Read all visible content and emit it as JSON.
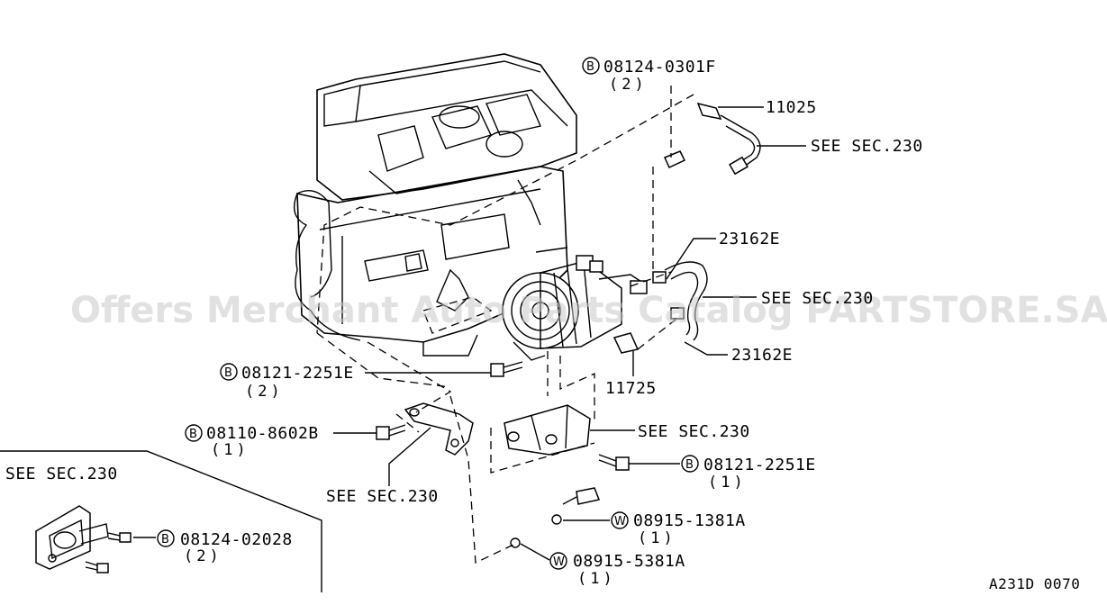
{
  "watermark": "Offers Merchant Auto Parts Catalog PARTSTORE.SA",
  "diagram_code": "A231D 0070",
  "inset": {
    "see_label": "SEE SEC.230",
    "callout": {
      "prefix": "B",
      "part": "08124-02028",
      "qty": "(2)"
    }
  },
  "callouts": {
    "c1": {
      "prefix": "B",
      "part": "08124-0301F",
      "qty": "(2)"
    },
    "c2": {
      "part": "11025"
    },
    "c3": {
      "see": "SEE SEC.230"
    },
    "c4": {
      "part": "23162E"
    },
    "c5": {
      "see": "SEE SEC.230"
    },
    "c6": {
      "part": "23162E"
    },
    "c7": {
      "part": "11725"
    },
    "c8": {
      "prefix": "B",
      "part": "08121-2251E",
      "qty": "(2)"
    },
    "c9": {
      "prefix": "B",
      "part": "08110-8602B",
      "qty": "(1)"
    },
    "c10": {
      "see": "SEE SEC.230"
    },
    "c11": {
      "see": "SEE SEC.230"
    },
    "c12": {
      "prefix": "B",
      "part": "08121-2251E",
      "qty": "(1)"
    },
    "c13": {
      "prefix": "W",
      "part": "08915-1381A",
      "qty": "(1)"
    },
    "c14": {
      "prefix": "W",
      "part": "08915-5381A",
      "qty": "(1)"
    }
  }
}
